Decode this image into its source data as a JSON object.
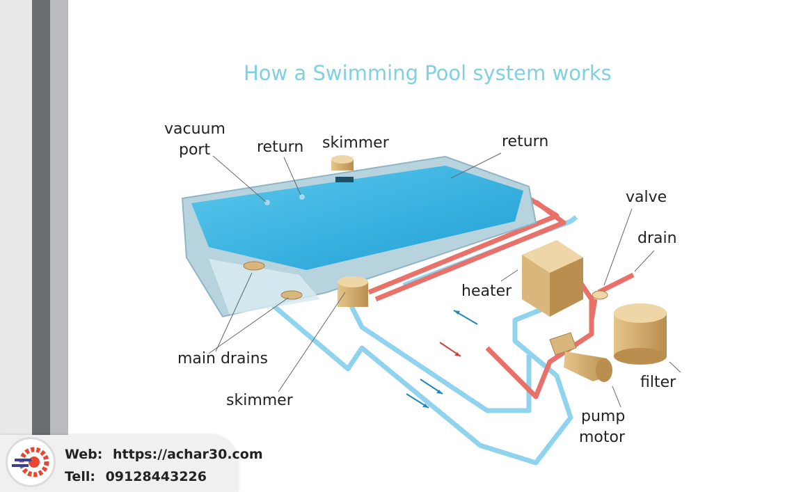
{
  "title": "How a Swimming Pool system works",
  "labels": {
    "vacuum_port_1": "vacuum",
    "vacuum_port_2": "port",
    "return_left": "return",
    "skimmer_top": "skimmer",
    "return_right": "return",
    "valve": "valve",
    "drain": "drain",
    "heater": "heater",
    "main_drains": "main drains",
    "skimmer_bottom": "skimmer",
    "filter": "filter",
    "pump_motor_1": "pump",
    "pump_motor_2": "motor"
  },
  "contact": {
    "web_label": "Web:",
    "web_value": "https://achar30.com",
    "tel_label": "Tell:",
    "tel_value": "09128443226"
  },
  "colors": {
    "water": "#3fb4e0",
    "supply_pipe": "#e8716a",
    "return_pipe": "#8fd3ef",
    "equipment": "#d9b77c",
    "title": "#7fd0e0"
  }
}
